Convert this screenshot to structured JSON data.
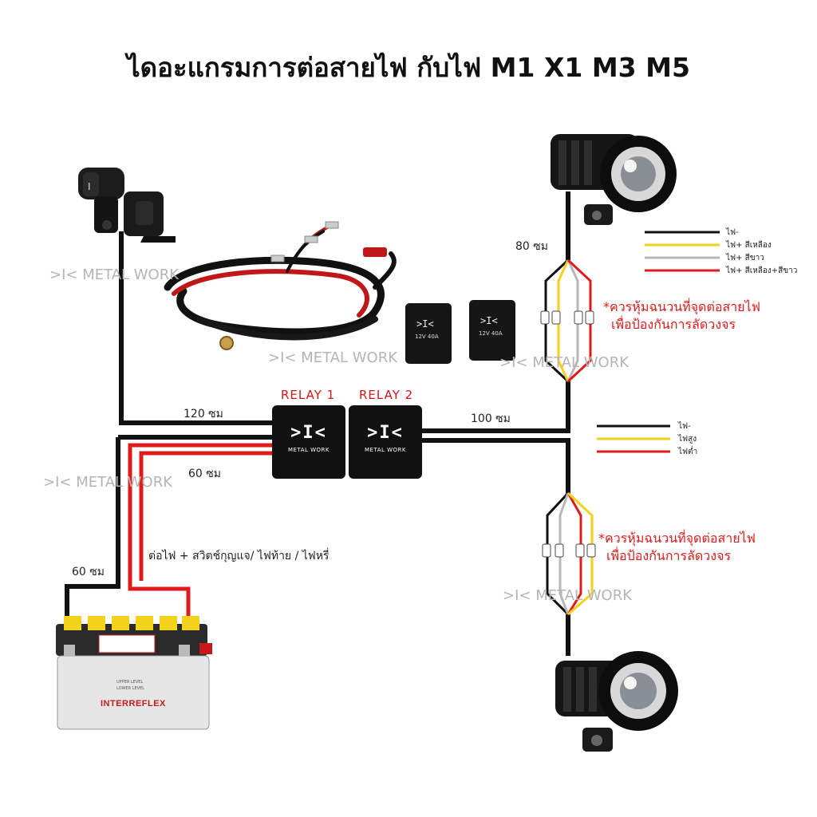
{
  "title": "ไดอะแกรมการต่อสายไฟ กับไฟ M1 X1 M3 M5",
  "watermark": ">I< METAL WORK",
  "relays": [
    {
      "label": "RELAY 1",
      "logo": ">I<",
      "sub": "METAL WORK"
    },
    {
      "label": "RELAY 2",
      "logo": ">I<",
      "sub": "METAL WORK"
    }
  ],
  "lengths": {
    "switch_to_relay": "120 ซม",
    "relay_to_lights": "100 ซม",
    "top_light": "80 ซม",
    "relay_to_ignition": "60 ซม",
    "battery": "60 ซม"
  },
  "ignition_note": "ต่อไฟ + สวิตช์กุญแจ/ ไฟท้าย / ไฟหรี่",
  "warning": {
    "line1": "*ควรหุ้มฉนวนที่จุดต่อสายไฟ",
    "line2": "เพื่อป้องกันการลัดวงจร"
  },
  "legend_top": [
    {
      "label": "ไฟ-",
      "color": "#111111"
    },
    {
      "label": "ไฟ+ สีเหลือง",
      "color": "#f2d21a"
    },
    {
      "label": "ไฟ+ สีขาว",
      "color": "#b8b8b8"
    },
    {
      "label": "ไฟ+ สีเหลือง+สีขาว",
      "color": "#e01b1b"
    }
  ],
  "legend_mid": [
    {
      "label": "ไฟ-",
      "color": "#111111"
    },
    {
      "label": "ไฟสูง",
      "color": "#f2d21a"
    },
    {
      "label": "ไฟต่ำ",
      "color": "#e01b1b"
    }
  ],
  "harness_relays": [
    {
      "text": "12V 40A"
    },
    {
      "text": "12V 40A"
    }
  ],
  "battery": {
    "brand": "INTERREFLEX",
    "upper_level": "UPPER LEVEL",
    "lower_level": "LOWER LEVEL"
  },
  "colors": {
    "wire_black": "#111111",
    "wire_red": "#e01b1b",
    "wire_yellow": "#f2d21a",
    "wire_white": "#b8b8b8"
  }
}
